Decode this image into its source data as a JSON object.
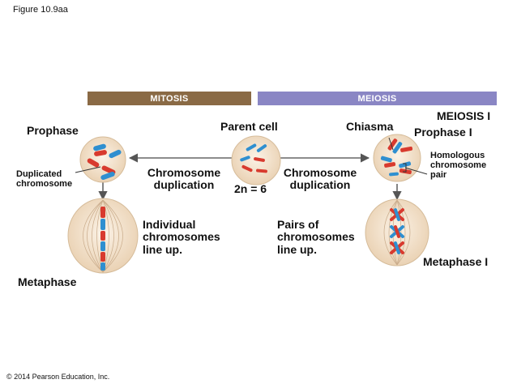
{
  "figure_label": "Figure 10.9aa",
  "copyright": "© 2014 Pearson Education, Inc.",
  "bars": {
    "mitosis": "MITOSIS",
    "meiosis": "MEIOSIS"
  },
  "labels": {
    "prophase": "Prophase",
    "metaphase": "Metaphase",
    "duplicated_chromosome": [
      "Duplicated",
      "chromosome"
    ],
    "chromosome_duplication_left": [
      "Chromosome",
      "duplication"
    ],
    "chromosome_duplication_right": [
      "Chromosome",
      "duplication"
    ],
    "parent_cell": "Parent cell",
    "ploidy": "2n = 6",
    "chiasma": "Chiasma",
    "meiosis_i": "MEIOSIS I",
    "prophase_i": "Prophase I",
    "homologous_pair": [
      "Homologous",
      "chromosome",
      "pair"
    ],
    "individual_line_up": [
      "Individual",
      "chromosomes",
      "line up."
    ],
    "pairs_line_up": [
      "Pairs of",
      "chromosomes",
      "line up."
    ],
    "metaphase_i": "Metaphase I"
  },
  "colors": {
    "mitosis_bar": "#8a6a45",
    "meiosis_bar": "#8a86c4",
    "chromosome_red": "#d83a2e",
    "chromosome_blue": "#2f8fd0",
    "cell_fill": "#f3e3cf"
  }
}
